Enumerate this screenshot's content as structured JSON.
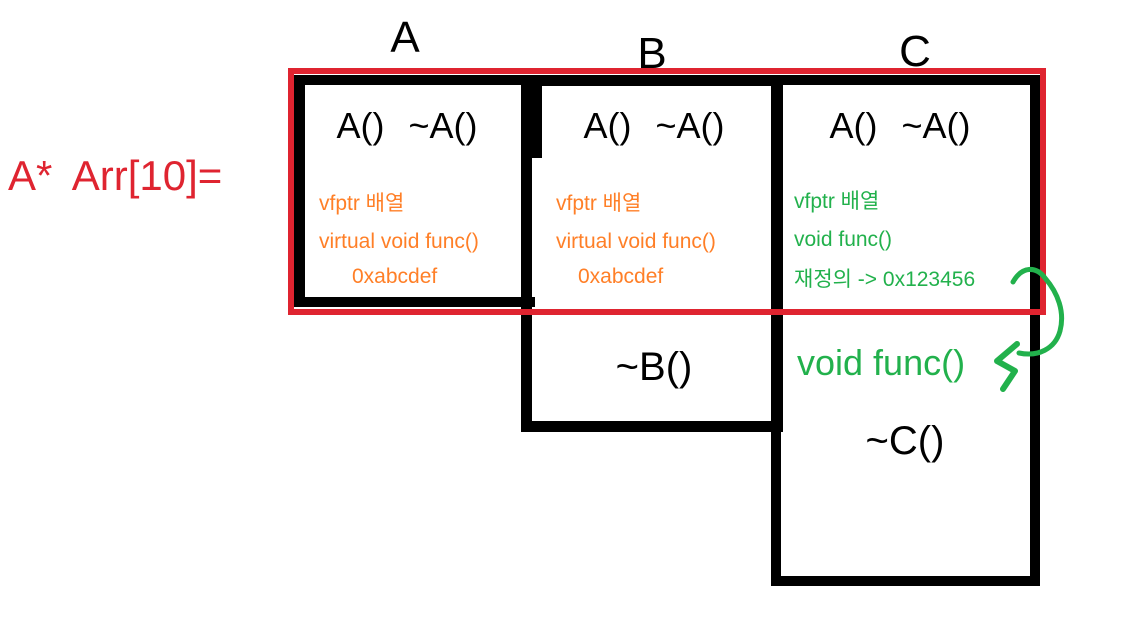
{
  "colors": {
    "red": "#df2430",
    "orange": "#ff7f27",
    "green": "#22b14c",
    "black": "#000000",
    "background": "#ffffff"
  },
  "caption": "A* Arr[10]=",
  "columns": {
    "a": {
      "label": "A",
      "constructors": "A() ~A()",
      "vtable_lines": [
        "vfptr 배열",
        "virtual void func()",
        "0xabcdef"
      ]
    },
    "b": {
      "label": "B",
      "constructors": "A() ~A()",
      "vtable_lines": [
        "vfptr 배열",
        "virtual void func()",
        "0xabcdef"
      ],
      "destructor": "~B()"
    },
    "c": {
      "label": "C",
      "constructors": "A() ~A()",
      "vtable_lines": [
        "vfptr 배열",
        "void func()",
        "재정의 -> 0x123456"
      ],
      "override_function": "void func()",
      "destructor": "~C()"
    }
  }
}
